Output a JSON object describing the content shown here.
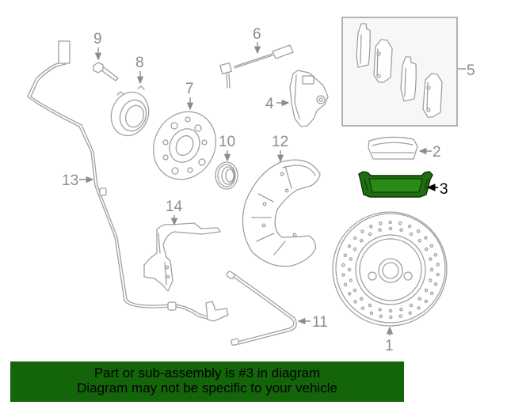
{
  "diagram": {
    "title": "Brake components exploded diagram",
    "highlighted_part": "3",
    "highlight_color": "#1f6e12",
    "callouts": [
      {
        "id": "1",
        "label": "1",
        "part": "brake-rotor"
      },
      {
        "id": "2",
        "label": "2",
        "part": "brake-pad-wear-shim"
      },
      {
        "id": "3",
        "label": "3",
        "part": "brake-pad-clip",
        "highlighted": true
      },
      {
        "id": "4",
        "label": "4",
        "part": "brake-caliper"
      },
      {
        "id": "5",
        "label": "5",
        "part": "brake-pad-set"
      },
      {
        "id": "6",
        "label": "6",
        "part": "pad-wear-sensor"
      },
      {
        "id": "7",
        "label": "7",
        "part": "wheel-hub"
      },
      {
        "id": "8",
        "label": "8",
        "part": "wheel-bearing"
      },
      {
        "id": "9",
        "label": "9",
        "part": "bearing-bolt"
      },
      {
        "id": "10",
        "label": "10",
        "part": "hub-cap-seal"
      },
      {
        "id": "11",
        "label": "11",
        "part": "sensor-cable"
      },
      {
        "id": "12",
        "label": "12",
        "part": "dust-shield"
      },
      {
        "id": "13",
        "label": "13",
        "part": "abs-sensor-harness"
      },
      {
        "id": "14",
        "label": "14",
        "part": "cable-bracket"
      }
    ]
  },
  "banner": {
    "line1": "Part or sub-assembly is #3 in diagram",
    "line2": "Diagram may not be specific to your vehicle",
    "background": "#14650a"
  }
}
